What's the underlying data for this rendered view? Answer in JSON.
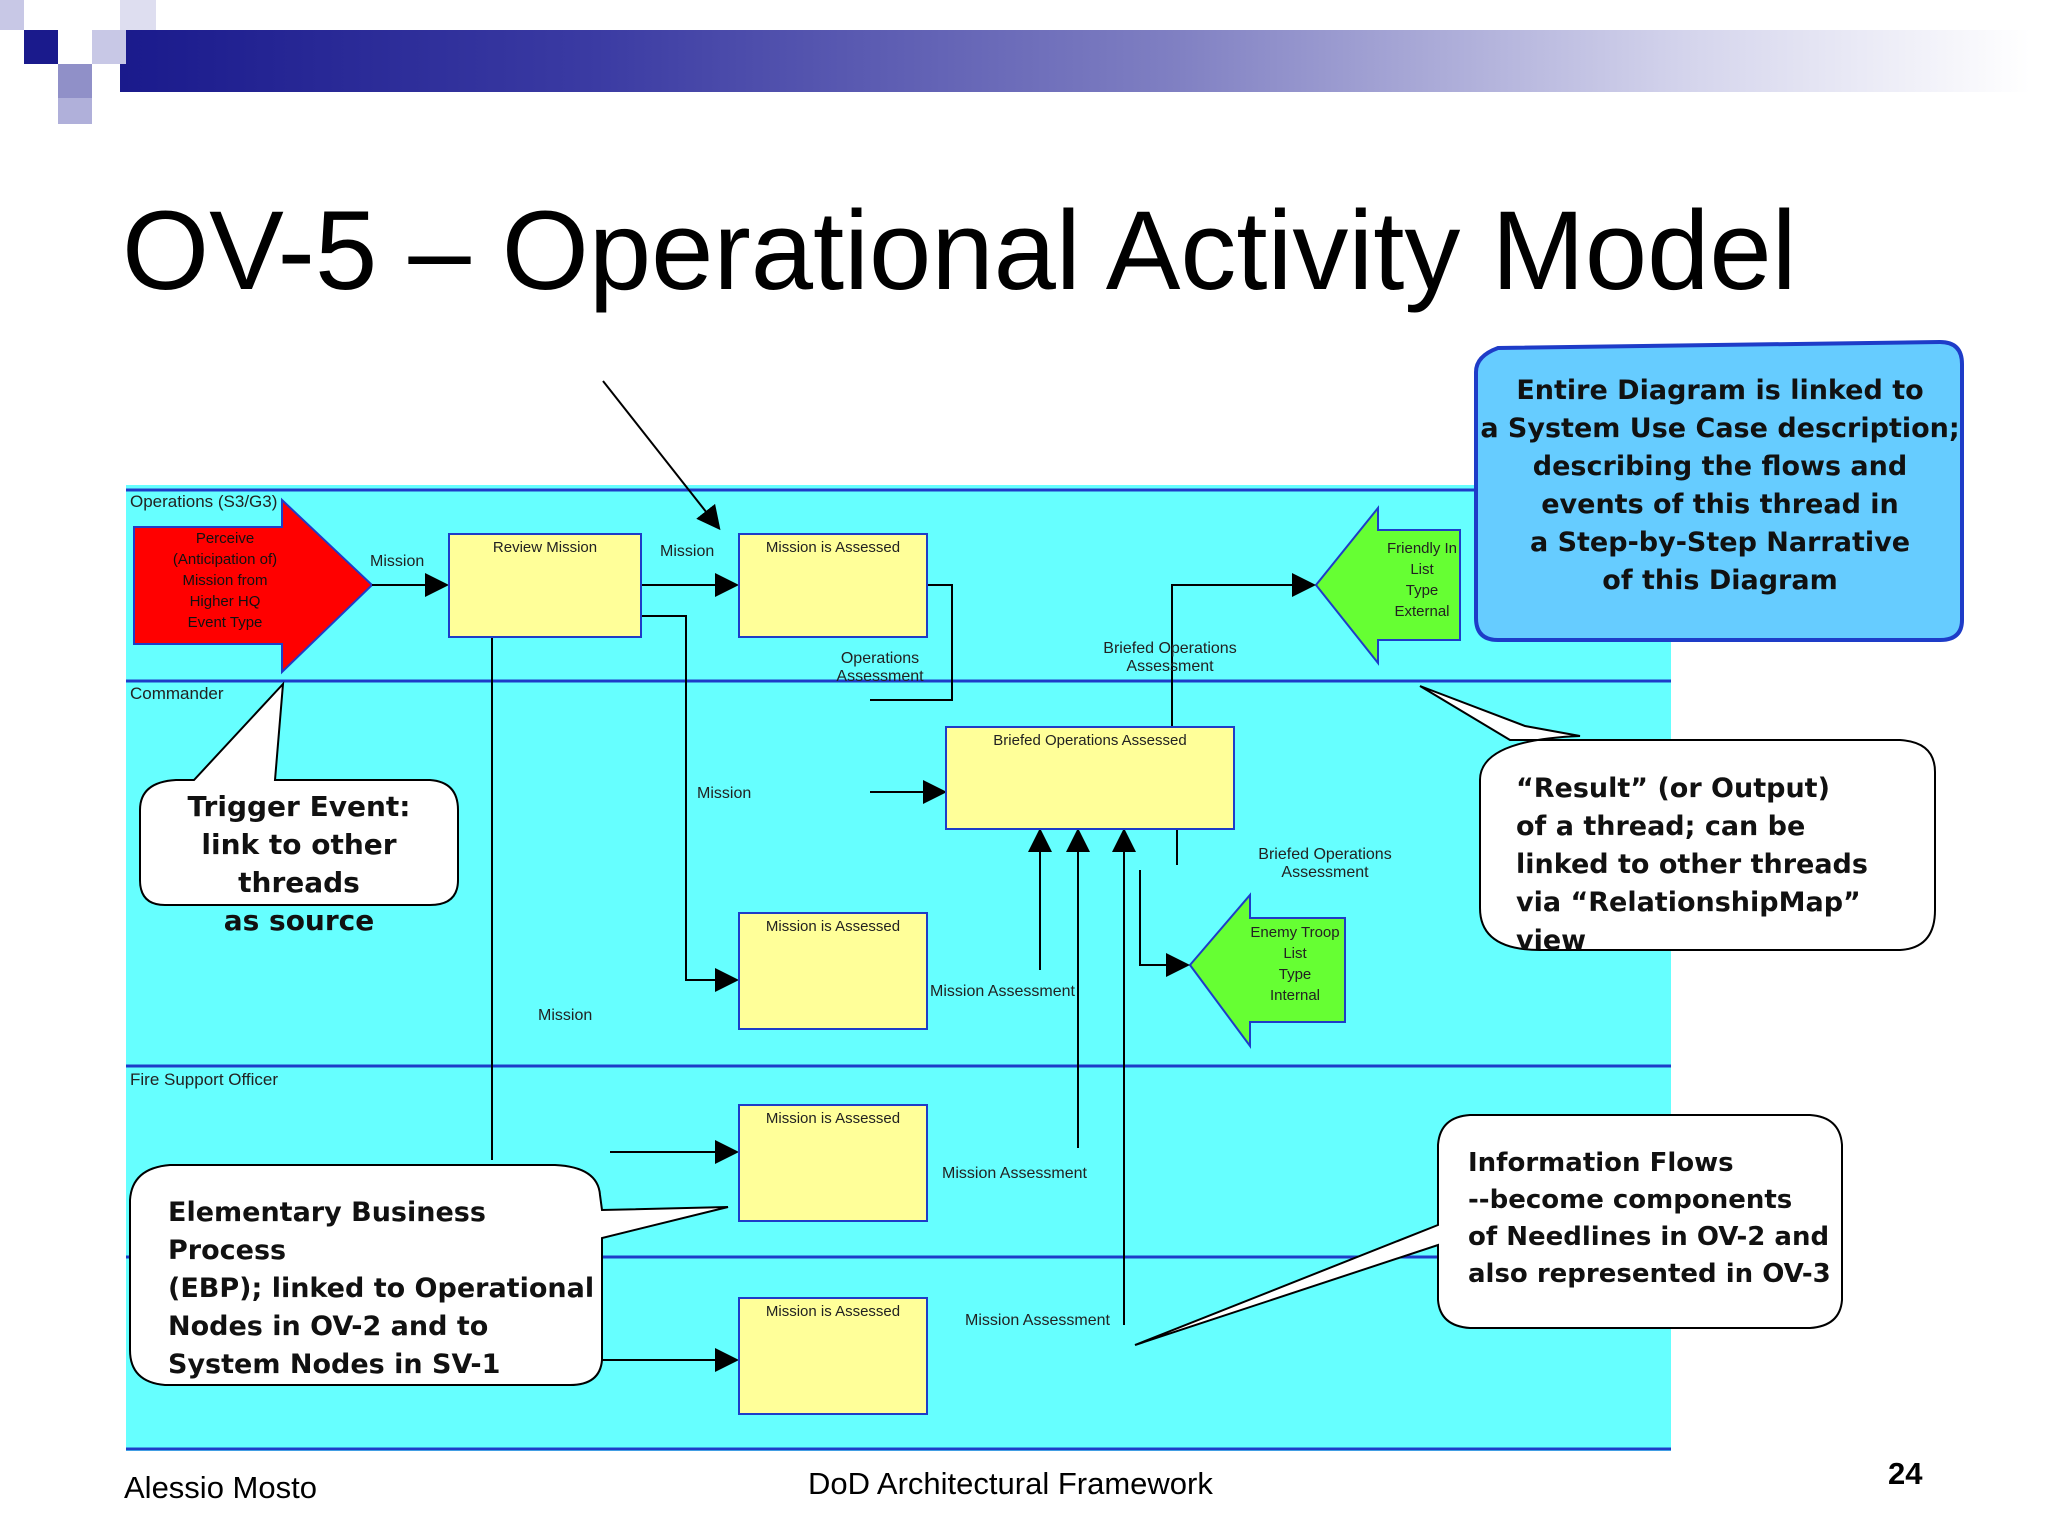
{
  "slide": {
    "title": "OV-5 – Operational Activity Model",
    "footer_author": "Alessio Mosto",
    "footer_title": "DoD Architectural Framework",
    "page_number": "24"
  },
  "colors": {
    "lane_background": "#66ffff",
    "activity_box": "#ffff99",
    "lane_line": "#1e3cc8",
    "trigger_arrow": "#ff0000",
    "result_arrow": "#66ff33",
    "blue_callout": "#66ccff",
    "header_gradient_start": "#1a1a8c"
  },
  "lanes": {
    "operations": "Operations (S3/G3)",
    "commander": "Commander",
    "fire_support": "Fire Support Officer"
  },
  "trigger": {
    "lines": [
      "Perceive",
      "(Anticipation of)",
      "Mission from",
      "Higher HQ",
      "Event Type"
    ]
  },
  "friendly_arrow": {
    "lines": [
      "Friendly In",
      "List",
      "Type",
      "External"
    ]
  },
  "enemy_arrow": {
    "lines": [
      "Enemy Troop",
      "List",
      "Type",
      "Internal"
    ]
  },
  "boxes": {
    "review": "Review Mission",
    "assessed1": "Mission is Assessed",
    "briefed": "Briefed Operations Assessed",
    "assessed2": "Mission is Assessed",
    "assessed3": "Mission is Assessed",
    "assessed4": "Mission is Assessed"
  },
  "flow_labels": {
    "mission1": "Mission",
    "mission2": "Mission",
    "ops_assessment": [
      "Operations",
      "Assessment"
    ],
    "briefed_ops1": [
      "Briefed Operations",
      "Assessment"
    ],
    "mission3": "Mission",
    "briefed_ops2": [
      "Briefed Operations",
      "Assessment"
    ],
    "mission_assessment1": "Mission Assessment",
    "mission4": "Mission",
    "mission_assessment2": "Mission Assessment",
    "mission_assessment3": "Mission Assessment"
  },
  "callouts": {
    "blue": [
      "Entire Diagram is linked to",
      "a System Use Case description;",
      "describing the flows and",
      "events of this thread in",
      "a Step-by-Step Narrative",
      "of this Diagram"
    ],
    "trigger": [
      "Trigger Event:",
      "link to other threads",
      "as source"
    ],
    "result": [
      "“Result” (or Output)",
      "of a thread; can be",
      "linked to other threads",
      "via “RelationshipMap” view"
    ],
    "ebp": [
      "Elementary Business Process",
      "(EBP); linked to Operational",
      "Nodes in OV-2 and to",
      "System Nodes in SV-1"
    ],
    "info_flows": [
      "Information Flows",
      "--become components",
      "of Needlines in OV-2 and",
      "also represented in OV-3"
    ]
  }
}
